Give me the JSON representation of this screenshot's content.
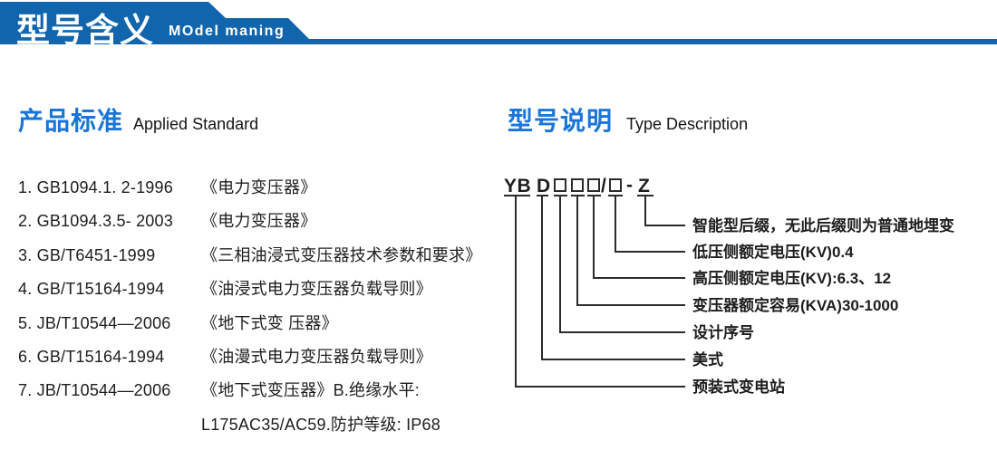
{
  "banner": {
    "title_cn": "型号含义",
    "title_en": "MOdel maning"
  },
  "sections": {
    "standards": {
      "heading_cn": "产品标准",
      "heading_en": "Applied Standard",
      "items": [
        {
          "code": "1. GB1094.1. 2-1996",
          "desc": "《电力变压器》"
        },
        {
          "code": "2. GB1094.3.5- 2003",
          "desc": "《电力变压器》"
        },
        {
          "code": "3. GB/T6451-1999",
          "desc": "《三相油浸式变压器技术参数和要求》"
        },
        {
          "code": "4. GB/T15164-1994",
          "desc": "《油浸式电力变压器负载导则》"
        },
        {
          "code": "5. JB/T10544—2006",
          "desc": "《地下式变 压器》"
        },
        {
          "code": "6. GB/T15164-1994",
          "desc": "《油漫式电力变压器负载导则》"
        },
        {
          "code": "7. JB/T10544—2006",
          "desc": "《地下式变压器》B.绝缘水平:"
        },
        {
          "code": "",
          "desc": "L175AC35/AC59.防护等级: IP68"
        }
      ]
    },
    "type": {
      "heading_cn": "型号说明",
      "heading_en": "Type Description",
      "model_code": {
        "prefix": "YB",
        "style_letter": "D",
        "slash": "/",
        "dash": "-",
        "suffix": "Z"
      },
      "labels": [
        "智能型后缀，无此后缀则为普通地埋变",
        "低压侧额定电压(KV)0.4",
        "高压侧额定电压(KV):6.3、12",
        "变压器额定容易(KVA)30-1000",
        "设计序号",
        "美式",
        "预装式变电站"
      ]
    }
  },
  "colors": {
    "banner_blue": "#1165ad",
    "heading_blue": "#1a75d8",
    "text_dark": "#1f1f1f",
    "line_dark": "#2b2b2b"
  }
}
